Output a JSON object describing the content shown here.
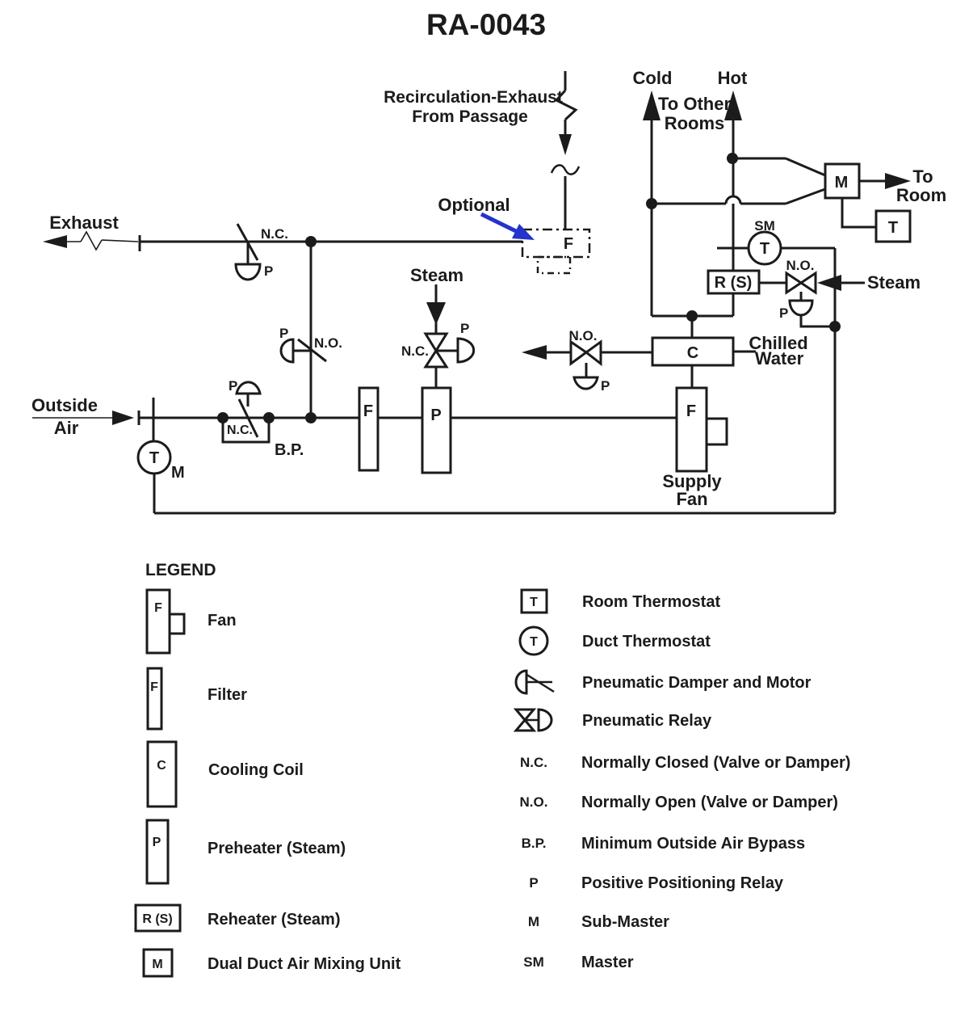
{
  "title": "RA-0043",
  "colors": {
    "ink": "#1b1b1b",
    "accent_blue": "#2433cc",
    "background": "#ffffff"
  },
  "diagram": {
    "recirculation_label_1": "Recirculation-Exhaust",
    "recirculation_label_2": "From Passage",
    "exhaust_label": "Exhaust",
    "optional_label": "Optional",
    "outside_air_label_1": "Outside",
    "outside_air_label_2": "Air",
    "steam_left_label": "Steam",
    "steam_right_label": "Steam",
    "chilled_water_label_1": "Chilled",
    "chilled_water_label_2": "Water",
    "cold_label": "Cold",
    "hot_label": "Hot",
    "to_other_rooms_label_1": "To Other",
    "to_other_rooms_label_2": "Rooms",
    "to_room_label_1": "To",
    "to_room_label_2": "Room",
    "supply_fan_label_1": "Supply",
    "supply_fan_label_2": "Fan",
    "bp_label": "B.P.",
    "sm_label": "SM",
    "motor_label": "M",
    "nc_exhaust_damper": "N.C.",
    "p_exhaust_damper": "P",
    "no_recirc_damper": "N.O.",
    "p_recirc_damper": "P",
    "nc_bypass_damper": "N.C.",
    "p_bypass_damper": "P",
    "nc_steam_valve": "N.C.",
    "p_steam_valve": "P",
    "no_chw_valve": "N.O.",
    "p_chw_valve": "P",
    "no_reheat_valve": "N.O.",
    "p_reheat_valve": "P",
    "optional_filter_tag": "F",
    "filter_tag": "F",
    "preheater_tag": "P",
    "cooling_coil_tag": "C",
    "supply_fan_tag": "F",
    "reheater_tag": "R (S)",
    "mixing_unit_tag": "M",
    "room_thermostat_tag": "T",
    "duct_thermostat_sm_tag": "T",
    "outside_air_thermostat_tag": "T"
  },
  "legend": {
    "heading": "LEGEND",
    "left": [
      {
        "symbol": "F",
        "label": "Fan"
      },
      {
        "symbol": "F",
        "label": "Filter"
      },
      {
        "symbol": "C",
        "label": "Cooling Coil"
      },
      {
        "symbol": "P",
        "label": "Preheater (Steam)"
      },
      {
        "symbol": "R (S)",
        "label": "Reheater (Steam)"
      },
      {
        "symbol": "M",
        "label": "Dual Duct Air Mixing Unit"
      }
    ],
    "right": [
      {
        "symbol": "T",
        "label": "Room Thermostat"
      },
      {
        "symbol": "T",
        "label": "Duct Thermostat"
      },
      {
        "symbol": "pneumatic-damper-motor-icon",
        "label": "Pneumatic Damper and Motor"
      },
      {
        "symbol": "pneumatic-relay-icon",
        "label": "Pneumatic Relay"
      },
      {
        "symbol": "N.C.",
        "label": "Normally Closed (Valve or Damper)"
      },
      {
        "symbol": "N.O.",
        "label": "Normally Open (Valve or Damper)"
      },
      {
        "symbol": "B.P.",
        "label": "Minimum Outside Air Bypass"
      },
      {
        "symbol": "P",
        "label": "Positive Positioning Relay"
      },
      {
        "symbol": "M",
        "label": "Sub-Master"
      },
      {
        "symbol": "SM",
        "label": "Master"
      }
    ]
  }
}
